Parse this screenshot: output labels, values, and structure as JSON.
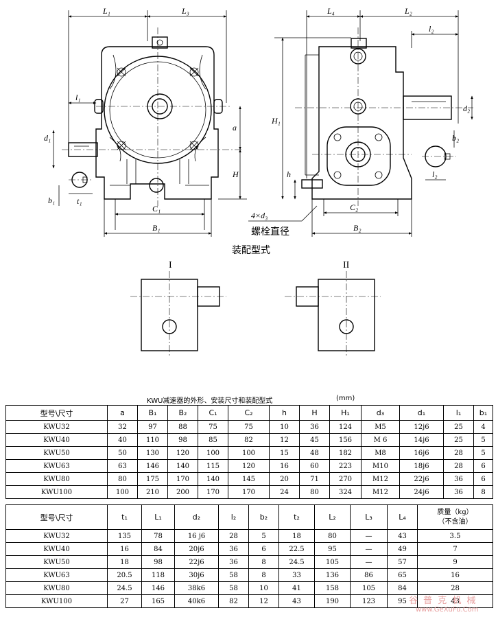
{
  "figure": {
    "front_labels": {
      "L1": "L₁",
      "L3": "L₃",
      "l1": "l₁",
      "d1": "d₁",
      "a": "a",
      "H": "H",
      "b1": "b₁",
      "t1": "t₁",
      "C1": "C₁",
      "B1": "B₁"
    },
    "side_labels": {
      "L4": "L₄",
      "L2": "L₂",
      "l2a": "l₂",
      "H1": "H₁",
      "d2": "d₂",
      "b2": "b₂",
      "l2b": "l₂",
      "h": "h",
      "C2": "C₂",
      "B2": "B₂",
      "d3": "4×d₃"
    },
    "bolt_note": "螺栓直径",
    "assembly_title": "装配型式",
    "type1": "I",
    "type2": "II"
  },
  "table": {
    "caption": "KWU减速器的外形、安装尺寸和装配型式",
    "unit": "(mm)",
    "headers1": [
      "型号\\尺寸",
      "a",
      "B₁",
      "B₂",
      "C₁",
      "C₂",
      "h",
      "H",
      "H₁",
      "d₃",
      "d₁",
      "l₁",
      "b₁"
    ],
    "rows1": [
      [
        "KWU32",
        "32",
        "97",
        "88",
        "75",
        "75",
        "10",
        "36",
        "124",
        "M5",
        "12j6",
        "25",
        "4"
      ],
      [
        "KWU40",
        "40",
        "110",
        "98",
        "85",
        "82",
        "12",
        "45",
        "156",
        "M 6",
        "14j6",
        "25",
        "5"
      ],
      [
        "KWU50",
        "50",
        "130",
        "120",
        "100",
        "100",
        "15",
        "48",
        "182",
        "M8",
        "16j6",
        "28",
        "5"
      ],
      [
        "KWU63",
        "63",
        "146",
        "140",
        "115",
        "120",
        "16",
        "60",
        "223",
        "M10",
        "18j6",
        "28",
        "6"
      ],
      [
        "KWU80",
        "80",
        "175",
        "170",
        "140",
        "145",
        "20",
        "71",
        "270",
        "M12",
        "22j6",
        "36",
        "6"
      ],
      [
        "KWU100",
        "100",
        "210",
        "200",
        "170",
        "170",
        "24",
        "80",
        "324",
        "M12",
        "24j6",
        "36",
        "8"
      ]
    ],
    "headers2": [
      "型号\\尺寸",
      "t₁",
      "L₁",
      "d₂",
      "l₂",
      "b₂",
      "t₂",
      "L₂",
      "L₃",
      "L₄",
      "质量（kg）\n（不含油）"
    ],
    "rows2": [
      [
        "KWU32",
        "135",
        "78",
        "16 j6",
        "28",
        "5",
        "18",
        "80",
        "—",
        "43",
        "3.5"
      ],
      [
        "KWU40",
        "16",
        "84",
        "20j6",
        "36",
        "6",
        "22.5",
        "95",
        "—",
        "49",
        "7"
      ],
      [
        "KWU50",
        "18",
        "98",
        "22j6",
        "36",
        "8",
        "24.5",
        "105",
        "—",
        "57",
        "9"
      ],
      [
        "KWU63",
        "20.5",
        "118",
        "30j6",
        "58",
        "8",
        "33",
        "136",
        "86",
        "65",
        "16"
      ],
      [
        "KWU80",
        "24.5",
        "146",
        "38k6",
        "58",
        "10",
        "41",
        "158",
        "105",
        "84",
        "28"
      ],
      [
        "KWU100",
        "27",
        "165",
        "40k6",
        "82",
        "12",
        "43",
        "190",
        "123",
        "95",
        "43"
      ]
    ]
  },
  "watermark": {
    "cn": "谷 普 克 机 械",
    "url": "www.GeXuFu.Com"
  }
}
